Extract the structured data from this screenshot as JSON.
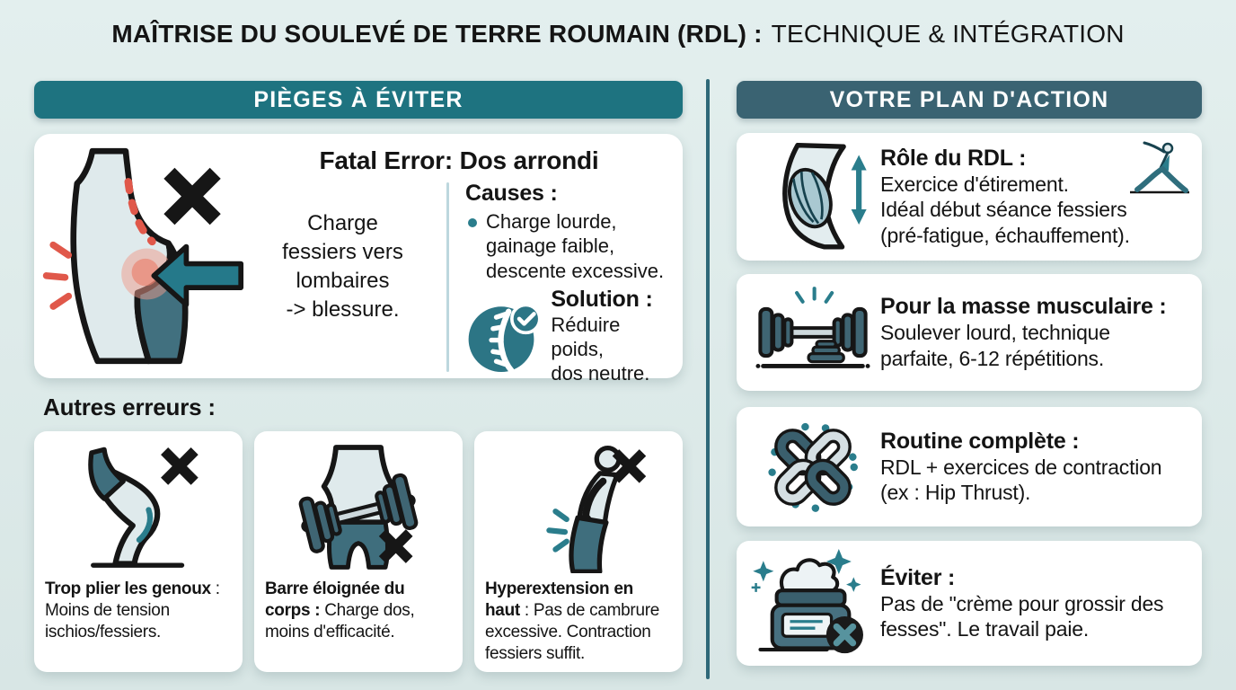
{
  "title": {
    "bold": "MAÎTRISE DU SOULEVÉ DE TERRE ROUMAIN (RDL) :",
    "light": "TECHNIQUE & INTÉGRATION"
  },
  "left": {
    "header": "PIÈGES À ÉVITER",
    "main_card": {
      "heading": "Fatal Error: Dos arrondi",
      "illustration": "rounded-back-figure-icon",
      "impact_lines": [
        "Charge",
        "fessiers vers",
        "lombaires",
        "-> blessure."
      ],
      "causes_label": "Causes :",
      "causes_lines": [
        "Charge lourde,",
        "gainage faible,",
        "descente excessive."
      ],
      "solution_icon": "spine-check-icon",
      "solution_label": "Solution :",
      "solution_lines": [
        "Réduire poids,",
        "dos neutre."
      ]
    },
    "other_errors_heading": "Autres erreurs :",
    "error_cards": [
      {
        "icon": "bent-knees-icon",
        "bold": "Trop plier les genoux",
        "text": " : Moins de tension ischios/fessiers."
      },
      {
        "icon": "barbell-away-icon",
        "bold": "Barre éloignée du corps :",
        "text": " Charge dos, moins d'efficacité."
      },
      {
        "icon": "hyperextension-icon",
        "bold": "Hyperextension en haut",
        "text": " : Pas de cambrure excessive. Contraction fessiers suffit."
      }
    ]
  },
  "right": {
    "header": "VOTRE PLAN D'ACTION",
    "action_cards": [
      {
        "icon": "glute-stretch-icon",
        "secondary_icon": "stretching-person-icon",
        "bold": "Rôle du RDL :",
        "lines": [
          "Exercice d'étirement.",
          "Idéal début séance fessiers",
          "(pré-fatigue, échauffement)."
        ]
      },
      {
        "icon": "dumbbell-icon",
        "bold": "Pour la masse musculaire :",
        "lines": [
          "Soulever lourd, technique",
          "parfaite, 6-12 répétitions."
        ]
      },
      {
        "icon": "chain-links-icon",
        "bold": "Routine complète :",
        "lines": [
          "RDL + exercices de contraction",
          "(ex : Hip Thrust)."
        ]
      },
      {
        "icon": "cream-jar-icon",
        "bold": "Éviter :",
        "lines": [
          "Pas de \"crème pour grossir des",
          "fesses\". Le travail paie."
        ]
      }
    ]
  },
  "colors": {
    "background": "#dce9e8",
    "left_header_bg": "#1e7380",
    "right_header_bg": "#3a6372",
    "card_bg": "#ffffff",
    "column_divider": "#2e6878",
    "accent_teal": "#2a7d8c",
    "accent_red": "#e0584a",
    "icon_dark_teal": "#3f6573",
    "text": "#141414"
  }
}
